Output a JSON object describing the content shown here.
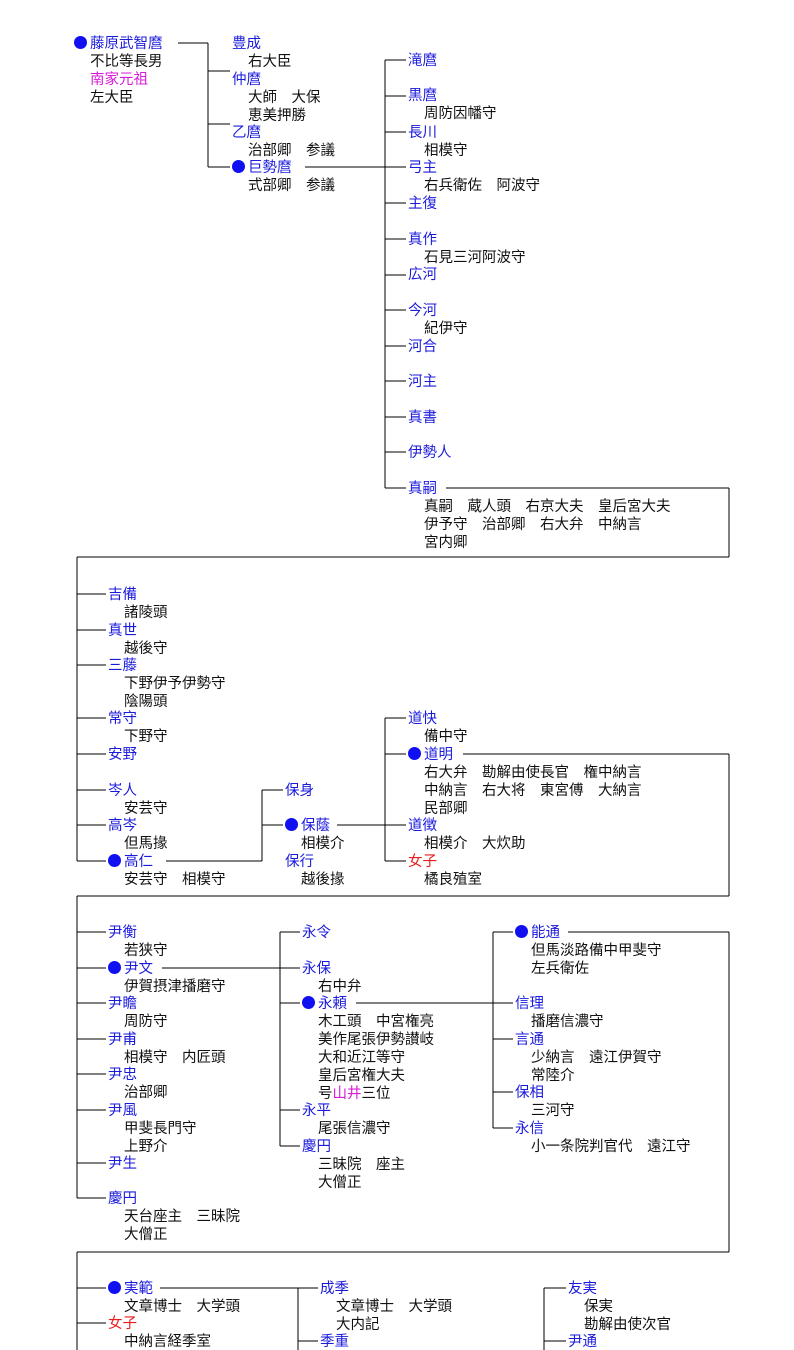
{
  "nodes": [
    {
      "name": "藤原武智麿",
      "mark": true,
      "notes": [
        "不比等長男"
      ],
      "sub": "南家元祖",
      "notes2": [
        "左大臣"
      ]
    },
    {
      "name": "豊成",
      "notes": [
        "右大臣"
      ]
    },
    {
      "name": "仲麿",
      "notes": [
        "大師　大保",
        "恵美押勝"
      ]
    },
    {
      "name": "乙麿",
      "notes": [
        "治部卿　参議"
      ]
    },
    {
      "name": "巨勢麿",
      "mark": true,
      "notes": [
        "式部卿　参議"
      ]
    },
    {
      "name": "滝麿",
      "notes": []
    },
    {
      "name": "黒麿",
      "notes": [
        "周防因幡守"
      ]
    },
    {
      "name": "長川",
      "notes": [
        "相模守"
      ]
    },
    {
      "name": "弓主",
      "notes": [
        "右兵衛佐　阿波守"
      ]
    },
    {
      "name": "主復",
      "notes": []
    },
    {
      "name": "真作",
      "notes": [
        "石見三河阿波守"
      ]
    },
    {
      "name": "広河",
      "notes": []
    },
    {
      "name": "今河",
      "notes": [
        "紀伊守"
      ]
    },
    {
      "name": "河合",
      "notes": []
    },
    {
      "name": "河主",
      "notes": []
    },
    {
      "name": "真書",
      "notes": []
    },
    {
      "name": "伊勢人",
      "notes": []
    },
    {
      "name": "真嗣",
      "notes": [
        "真嗣　蔵人頭　右京大夫　皇后宮大夫",
        "伊予守　治部卿　右大弁　中納言",
        "宮内卿"
      ]
    },
    {
      "name": "吉備",
      "notes": [
        "諸陵頭"
      ]
    },
    {
      "name": "真世",
      "notes": [
        "越後守"
      ]
    },
    {
      "name": "三藤",
      "notes": [
        "下野伊予伊勢守",
        "陰陽頭"
      ]
    },
    {
      "name": "常守",
      "notes": [
        "下野守"
      ]
    },
    {
      "name": "安野",
      "notes": []
    },
    {
      "name": "岑人",
      "notes": [
        "安芸守"
      ]
    },
    {
      "name": "高岑",
      "notes": [
        "但馬掾"
      ]
    },
    {
      "name": "高仁",
      "mark": true,
      "notes": [
        "安芸守　相模守"
      ]
    },
    {
      "name": "保身",
      "notes": []
    },
    {
      "name": "保蔭",
      "mark": true,
      "notes": [
        "相模介"
      ]
    },
    {
      "name": "保行",
      "notes": [
        "越後掾"
      ]
    },
    {
      "name": "道快",
      "notes": [
        "備中守"
      ]
    },
    {
      "name": "道明",
      "mark": true,
      "notes": [
        "右大弁　勘解由使長官　権中納言",
        "中納言　右大将　東宮傅　大納言",
        "民部卿"
      ]
    },
    {
      "name": "道徴",
      "notes": [
        "相模介　大炊助"
      ]
    },
    {
      "name": "女子",
      "red": true,
      "notes": [
        "橘良殖室"
      ]
    },
    {
      "name": "尹衡",
      "notes": [
        "若狭守"
      ]
    },
    {
      "name": "尹文",
      "mark": true,
      "notes": [
        "伊賀摂津播磨守"
      ]
    },
    {
      "name": "尹瞻",
      "notes": [
        "周防守"
      ]
    },
    {
      "name": "尹甫",
      "notes": [
        "相模守　内匠頭"
      ]
    },
    {
      "name": "尹忠",
      "notes": [
        "治部卿"
      ]
    },
    {
      "name": "尹風",
      "notes": [
        "甲斐長門守",
        "上野介"
      ]
    },
    {
      "name": "尹生",
      "notes": []
    },
    {
      "name": "慶円",
      "notes": [
        "天台座主　三昧院",
        "大僧正"
      ]
    },
    {
      "name": "永令",
      "notes": []
    },
    {
      "name": "永保",
      "notes": [
        "右中弁"
      ]
    },
    {
      "name": "永頼",
      "mark": true,
      "notes": [
        "木工頭　中宮権亮",
        "美作尾張伊勢讃岐",
        "大和近江等守",
        "皇后宮権大夫"
      ],
      "lastPre": "号",
      "lastHl": "山井",
      "lastPost": "三位"
    },
    {
      "name": "永平",
      "notes": [
        "尾張信濃守"
      ]
    },
    {
      "name": "慶円",
      "notes": [
        "三昧院　座主",
        "大僧正"
      ]
    },
    {
      "name": "能通",
      "mark": true,
      "notes": [
        "但馬淡路備中甲斐守",
        "左兵衛佐"
      ]
    },
    {
      "name": "信理",
      "notes": [
        "播磨信濃守"
      ]
    },
    {
      "name": "言通",
      "notes": [
        "少納言　遠江伊賀守",
        "常陸介"
      ]
    },
    {
      "name": "保相",
      "notes": [
        "三河守"
      ]
    },
    {
      "name": "永信",
      "notes": [
        "小一条院判官代　遠江守"
      ]
    },
    {
      "name": "実範",
      "mark": true,
      "notes": [
        "文章博士　大学頭"
      ]
    },
    {
      "name": "女子",
      "red": true,
      "notes": [
        "中納言経季室"
      ]
    },
    {
      "name": "成季",
      "notes": [
        "文章博士　大学頭",
        "大内記"
      ]
    },
    {
      "name": "季重",
      "notes": []
    },
    {
      "name": "友実",
      "notes": [
        "保実",
        "勘解由使次官"
      ]
    },
    {
      "name": "尹通",
      "notes": []
    }
  ],
  "colors": {
    "name": "#1a1adc",
    "female": "#e81c1c",
    "highlight": "#d81bd8",
    "mark": "#1010f0",
    "line": "#000000"
  }
}
